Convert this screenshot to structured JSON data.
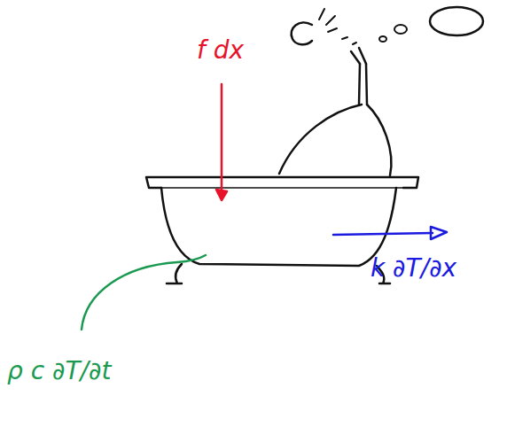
{
  "diagram": {
    "labels": [
      "f dx",
      "k ∂T/∂x",
      "ρ c ∂T/∂t"
    ]
  }
}
